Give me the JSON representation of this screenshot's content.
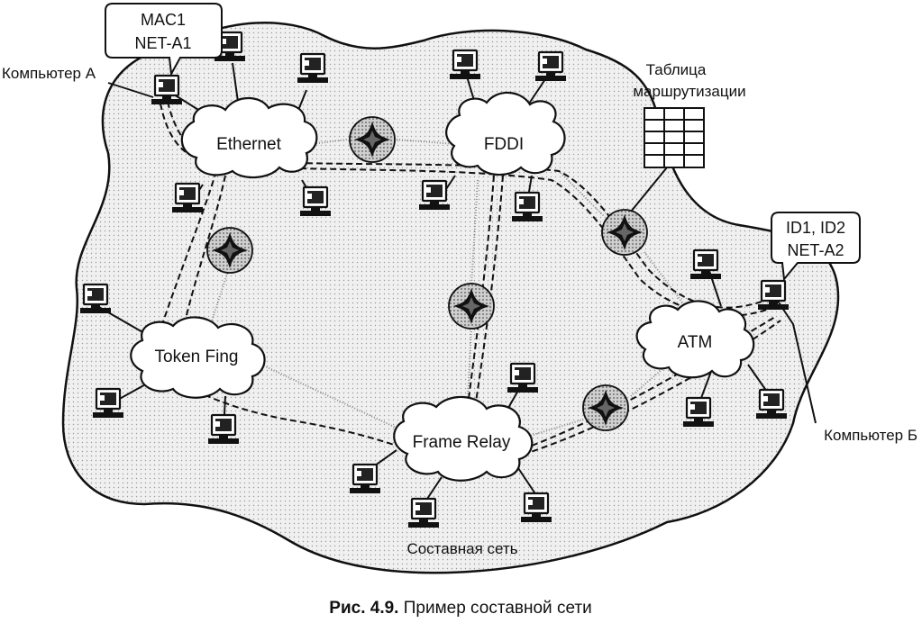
{
  "diagram": {
    "networks": {
      "ethernet": "Ethernet",
      "fddi": "FDDI",
      "token": "Token Fing",
      "atm": "ATM",
      "frame_relay": "Frame Relay"
    },
    "labels": {
      "computer_a": "Компьютер А",
      "computer_b": "Компьютер Б",
      "routing_table": [
        "Таблица",
        "маршрутизации"
      ],
      "composite_network": "Составная сеть"
    },
    "callouts": {
      "a": [
        "MAC1",
        "NET-A1"
      ],
      "b": [
        "ID1, ID2",
        "NET-A2"
      ]
    },
    "caption": {
      "prefix": "Рис. 4.9.",
      "text": "Пример составной сети"
    }
  }
}
